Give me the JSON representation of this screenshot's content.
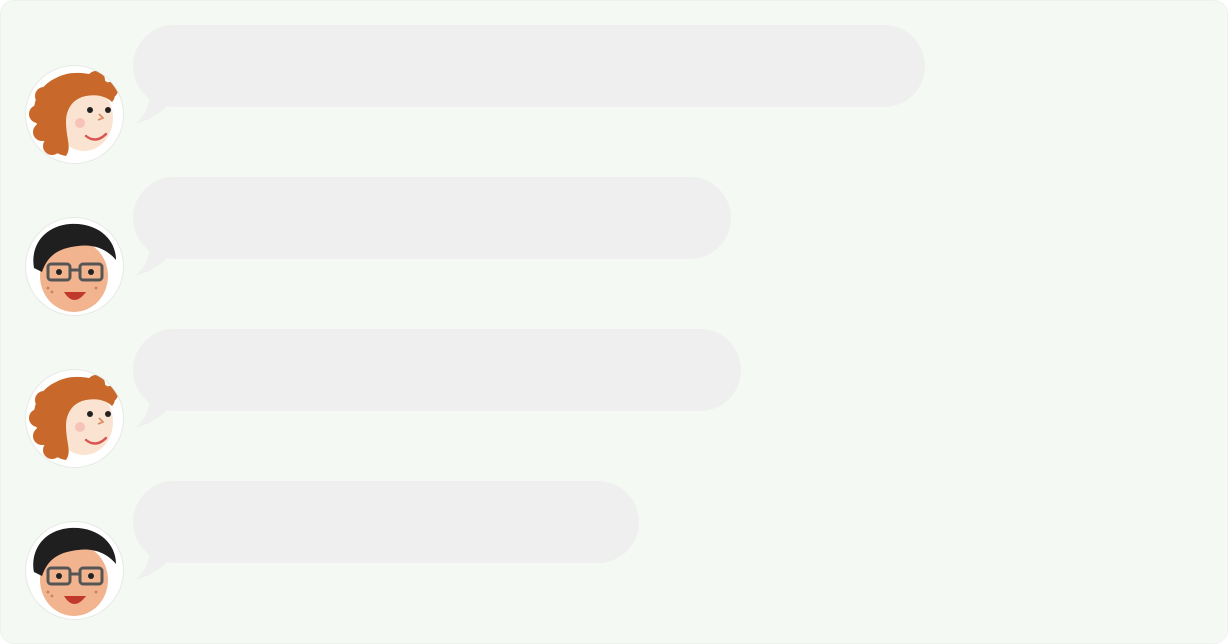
{
  "messages": [
    {
      "speaker": "woman",
      "text": "",
      "bubble_width": "wide"
    },
    {
      "speaker": "man",
      "text": "",
      "bubble_width": "medium"
    },
    {
      "speaker": "woman",
      "text": "",
      "bubble_width": "medium"
    },
    {
      "speaker": "man",
      "text": "",
      "bubble_width": "short"
    }
  ],
  "colors": {
    "background": "#f4f9f3",
    "bubble": "#efefef",
    "woman_hair": "#c8682a",
    "man_hair": "#1f1f1f",
    "skin": "#fbe3d2",
    "man_skin": "#f2b48f"
  },
  "icons": {
    "woman": "woman-avatar-icon",
    "man": "man-with-glasses-avatar-icon"
  }
}
